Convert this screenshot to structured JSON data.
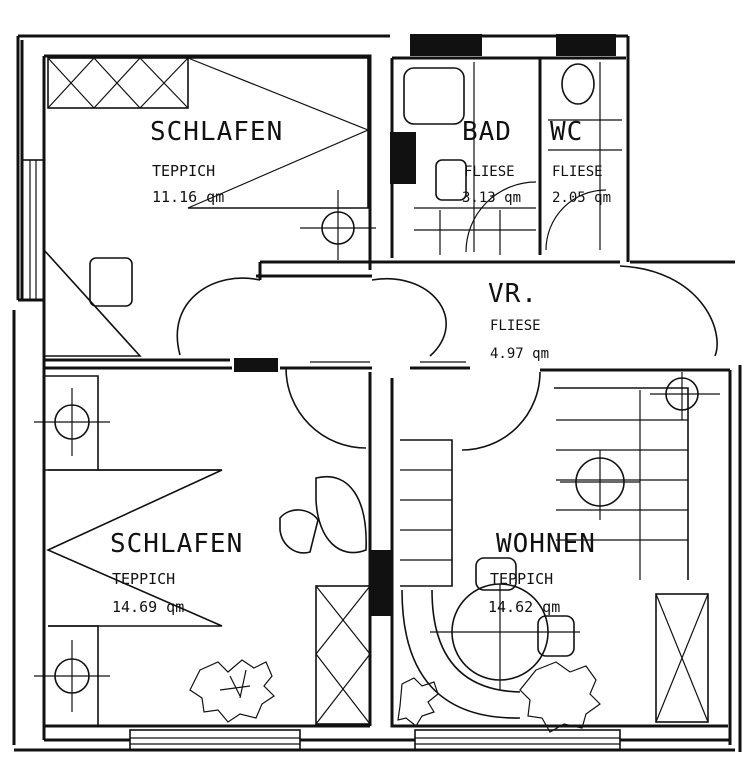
{
  "rooms": {
    "schlafen_top": {
      "name": "SCHLAFEN",
      "floor": "TEPPICH",
      "area": "11.16 qm"
    },
    "bad": {
      "name": "BAD",
      "floor": "FLIESE",
      "area": "3.13 qm"
    },
    "wc": {
      "name": "WC",
      "floor": "FLIESE",
      "area": "2.05 qm"
    },
    "flur": {
      "name": "VR.",
      "floor": "FLIESE",
      "area": "4.97 qm"
    },
    "schlafen_bottom": {
      "name": "SCHLAFEN",
      "floor": "TEPPICH",
      "area": "14.69 qm"
    },
    "wohnen": {
      "name": "WOHNEN",
      "floor": "TEPPICH",
      "area": "14.62 qm"
    }
  }
}
